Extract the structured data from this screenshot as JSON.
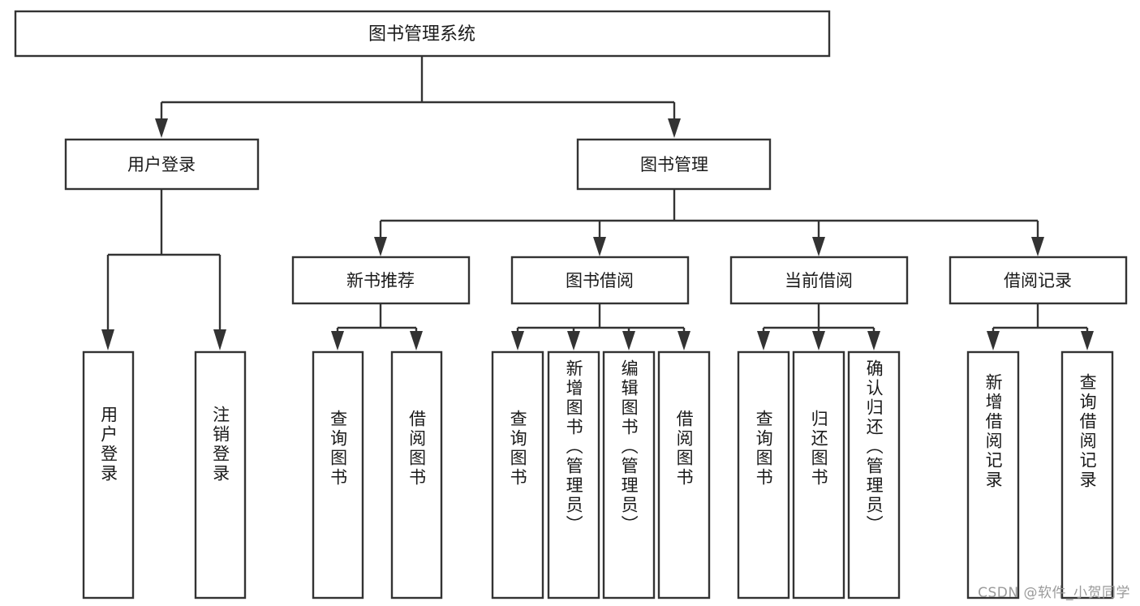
{
  "diagram": {
    "type": "tree",
    "title": "图书管理系统",
    "root": {
      "label": "图书管理系统"
    },
    "level2": [
      {
        "label": "用户登录"
      },
      {
        "label": "图书管理"
      }
    ],
    "level3": [
      {
        "label": "新书推荐"
      },
      {
        "label": "图书借阅"
      },
      {
        "label": "当前借阅"
      },
      {
        "label": "借阅记录"
      }
    ],
    "leaves": {
      "user_login": [
        {
          "label": "用户登录"
        },
        {
          "label": "注销登录"
        }
      ],
      "new_book_recommend": [
        {
          "label": "查询图书"
        },
        {
          "label": "借阅图书"
        }
      ],
      "book_borrow": [
        {
          "label": "查询图书"
        },
        {
          "label": "新增图书（管理员）"
        },
        {
          "label": "编辑图书（管理员）"
        },
        {
          "label": "借阅图书"
        }
      ],
      "current_borrow": [
        {
          "label": "查询图书"
        },
        {
          "label": "归还图书"
        },
        {
          "label": "确认归还（管理员）"
        }
      ],
      "borrow_record": [
        {
          "label": "新增借阅记录"
        },
        {
          "label": "查询借阅记录"
        }
      ]
    }
  },
  "watermark": {
    "text": "CSDN @软件_小贺同学"
  },
  "colors": {
    "stroke": "#333333",
    "box_fill": "#ffffff",
    "text": "#1a1a1a",
    "watermark": "#9a9a9a",
    "background": "#ffffff"
  }
}
